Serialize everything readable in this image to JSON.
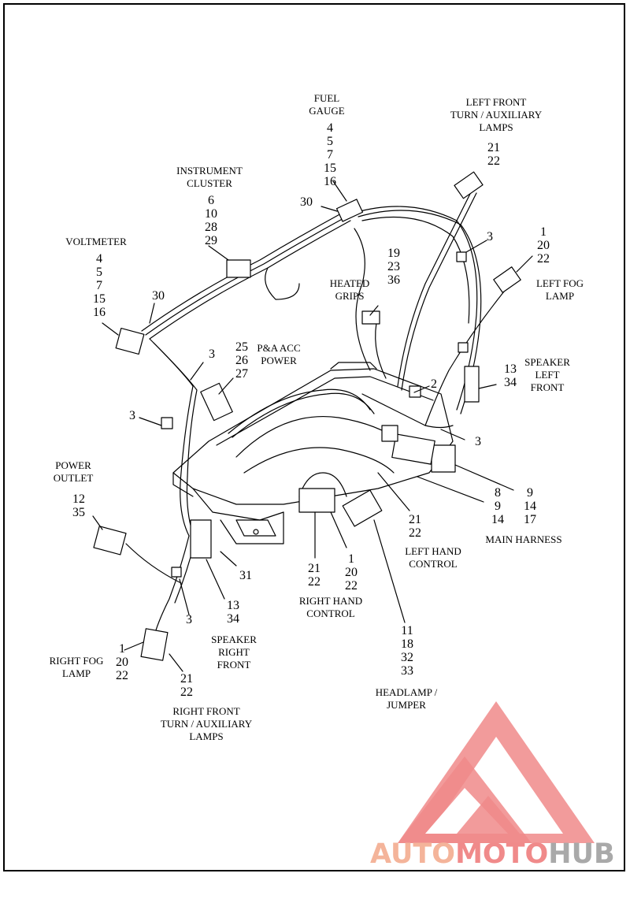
{
  "labels": {
    "fuel_gauge": [
      "FUEL",
      "GAUGE"
    ],
    "fuel_gauge_nums": [
      "4",
      "5",
      "7",
      "15",
      "16"
    ],
    "left_front_turn": [
      "LEFT FRONT",
      "TURN / AUXILIARY",
      "LAMPS"
    ],
    "left_front_turn_nums": [
      "21",
      "22"
    ],
    "instrument_cluster": [
      "INSTRUMENT",
      "CLUSTER"
    ],
    "instrument_cluster_nums": [
      "6",
      "10",
      "28",
      "29"
    ],
    "n30_top": "30",
    "n3_upper_right": "3",
    "left_fog_nums": [
      "1",
      "20",
      "22"
    ],
    "left_fog": [
      "LEFT FOG",
      "LAMP"
    ],
    "voltmeter": "VOLTMETER",
    "voltmeter_nums": [
      "4",
      "5",
      "7",
      "15",
      "16"
    ],
    "heated_grips_nums": [
      "19",
      "23",
      "36"
    ],
    "heated_grips": [
      "HEATED",
      "GRIPS"
    ],
    "n30_left": "30",
    "pa_acc_nums": [
      "25",
      "26",
      "27"
    ],
    "pa_acc": [
      "P&A ACC",
      "POWER"
    ],
    "n3_center_left": "3",
    "n2": "2",
    "speaker_left_nums": [
      "13",
      "34"
    ],
    "speaker_left": [
      "SPEAKER",
      "LEFT",
      "FRONT"
    ],
    "n3_left": "3",
    "n3_right": "3",
    "power_outlet": [
      "POWER",
      "OUTLET"
    ],
    "power_outlet_nums": [
      "12",
      "35"
    ],
    "main_nums_a": [
      "8",
      "9",
      "14"
    ],
    "main_nums_b": [
      "9",
      "14",
      "17"
    ],
    "main_harness": "MAIN HARNESS",
    "lhc_nums": [
      "21",
      "22"
    ],
    "left_hand_control": [
      "LEFT HAND",
      "CONTROL"
    ],
    "n31": "31",
    "rhc_nums_a": [
      "21",
      "22"
    ],
    "rhc_nums_b": [
      "1",
      "20",
      "22"
    ],
    "right_hand_control": [
      "RIGHT HAND",
      "CONTROL"
    ],
    "speaker_right_nums": [
      "13",
      "34"
    ],
    "speaker_right": [
      "SPEAKER",
      "RIGHT",
      "FRONT"
    ],
    "n3_bottom": "3",
    "headlamp_nums": [
      "11",
      "18",
      "32",
      "33"
    ],
    "headlamp": [
      "HEADLAMP /",
      "JUMPER"
    ],
    "right_fog_nums": [
      "1",
      "20",
      "22"
    ],
    "right_fog": [
      "RIGHT FOG",
      "LAMP"
    ],
    "right_front_turn_nums": [
      "21",
      "22"
    ],
    "right_front_turn": [
      "RIGHT FRONT",
      "TURN / AUXILIARY",
      "LAMPS"
    ]
  },
  "logo": {
    "text_a": "AUTO",
    "text_b": "MOTO",
    "text_c": "HUB"
  },
  "colors": {
    "line": "#000000",
    "logo_salmon": "#f08a8a",
    "logo_peach": "#f4b49a",
    "logo_gray": "#a9a9a9"
  }
}
